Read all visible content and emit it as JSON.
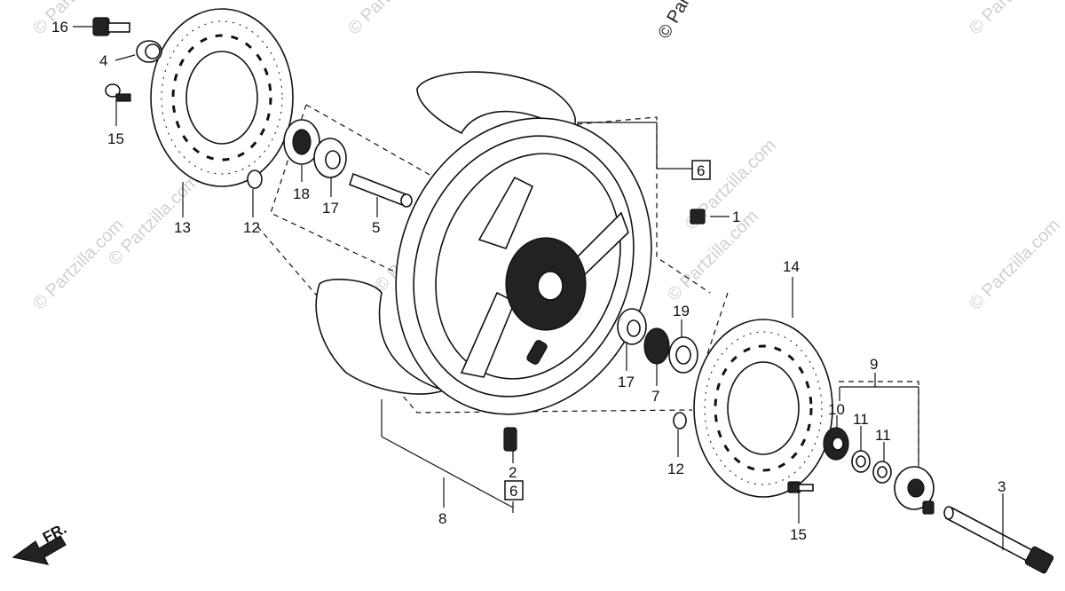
{
  "watermarks": [
    "© Partzilla.com",
    "© Partzilla.com",
    "© Partzilla.com",
    "© Partzilla.com",
    "© Partzilla.com",
    "© Partzilla.com",
    "© Partzilla.com",
    "© Partzilla.com",
    "© Partzilla.com"
  ],
  "direction_indicator": "FR.",
  "callouts": {
    "p1": "1",
    "p2": "2",
    "p3": "3",
    "p4": "4",
    "p5": "5",
    "p6a": "6",
    "p6b": "6",
    "p7": "7",
    "p8": "8",
    "p9": "9",
    "p10": "10",
    "p11a": "11",
    "p11b": "11",
    "p12a": "12",
    "p12b": "12",
    "p13": "13",
    "p14": "14",
    "p15a": "15",
    "p15b": "15",
    "p16": "16",
    "p17a": "17",
    "p17b": "17",
    "p18": "18",
    "p19": "19"
  }
}
